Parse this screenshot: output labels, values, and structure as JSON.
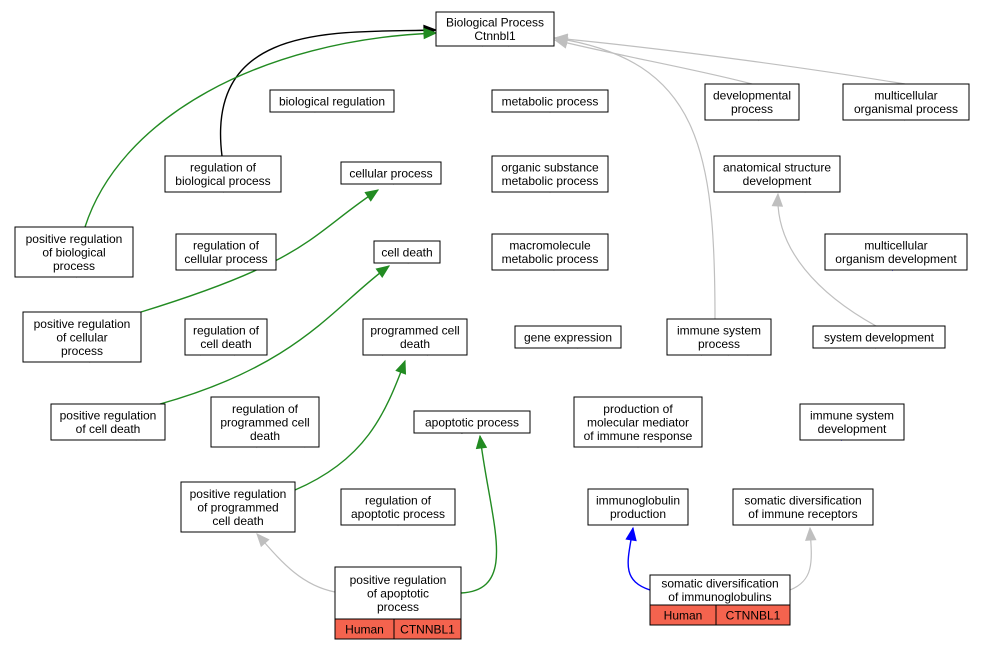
{
  "title": "",
  "colors": {
    "is_a": "#bfbfbf",
    "regulates": "#000000",
    "positively_regulates": "#228b22",
    "part_of": "#0000ff",
    "species_tag": "#f4634e"
  },
  "nodes": [
    {
      "id": "root",
      "lines": [
        "Biological Process",
        "Ctnnbl1"
      ]
    },
    {
      "id": "bioreg",
      "lines": [
        "biological regulation"
      ]
    },
    {
      "id": "metab",
      "lines": [
        "metabolic process"
      ]
    },
    {
      "id": "devproc",
      "lines": [
        "developmental",
        "process"
      ]
    },
    {
      "id": "multiproc",
      "lines": [
        "multicellular",
        "organismal process"
      ]
    },
    {
      "id": "regbio",
      "lines": [
        "regulation of",
        "biological process"
      ]
    },
    {
      "id": "cellproc",
      "lines": [
        "cellular process"
      ]
    },
    {
      "id": "orgsub",
      "lines": [
        "organic substance",
        "metabolic process"
      ]
    },
    {
      "id": "anat",
      "lines": [
        "anatomical structure",
        "development"
      ]
    },
    {
      "id": "posregbio",
      "lines": [
        "positive regulation",
        "of biological",
        "process"
      ]
    },
    {
      "id": "regcell",
      "lines": [
        "regulation of",
        "cellular process"
      ]
    },
    {
      "id": "celldeath",
      "lines": [
        "cell death"
      ]
    },
    {
      "id": "macro",
      "lines": [
        "macromolecule",
        "metabolic process"
      ]
    },
    {
      "id": "multidev",
      "lines": [
        "multicellular",
        "organism development"
      ]
    },
    {
      "id": "posregcell",
      "lines": [
        "positive regulation",
        "of cellular",
        "process"
      ]
    },
    {
      "id": "regcd",
      "lines": [
        "regulation of",
        "cell death"
      ]
    },
    {
      "id": "pcd",
      "lines": [
        "programmed cell",
        "death"
      ]
    },
    {
      "id": "geneexp",
      "lines": [
        "gene expression"
      ]
    },
    {
      "id": "immproc",
      "lines": [
        "immune system",
        "process"
      ]
    },
    {
      "id": "sysdev",
      "lines": [
        "system development"
      ]
    },
    {
      "id": "posregcd",
      "lines": [
        "positive regulation",
        "of cell death"
      ]
    },
    {
      "id": "regpcd",
      "lines": [
        "regulation of",
        "programmed cell",
        "death"
      ]
    },
    {
      "id": "apop",
      "lines": [
        "apoptotic process"
      ]
    },
    {
      "id": "prodmed",
      "lines": [
        "production of",
        "molecular mediator",
        "of immune response"
      ]
    },
    {
      "id": "immdev",
      "lines": [
        "immune system",
        "development"
      ]
    },
    {
      "id": "posregpcd",
      "lines": [
        "positive regulation",
        "of programmed",
        "cell death"
      ]
    },
    {
      "id": "regapop",
      "lines": [
        "regulation of",
        "apoptotic process"
      ]
    },
    {
      "id": "igprod",
      "lines": [
        "immunoglobulin",
        "production"
      ]
    },
    {
      "id": "somdivrec",
      "lines": [
        "somatic diversification",
        "of immune receptors"
      ]
    },
    {
      "id": "posregapop",
      "lines": [
        "positive regulation",
        "of apoptotic",
        "process"
      ],
      "tags": [
        "Human",
        "CTNNBL1"
      ]
    },
    {
      "id": "somdivig",
      "lines": [
        "somatic diversification",
        "of immunoglobulins"
      ],
      "tags": [
        "Human",
        "CTNNBL1"
      ]
    }
  ],
  "edges": [
    {
      "from": "bioreg",
      "to": "root",
      "type": "is_a"
    },
    {
      "from": "metab",
      "to": "root",
      "type": "is_a"
    },
    {
      "from": "devproc",
      "to": "root",
      "type": "is_a"
    },
    {
      "from": "multiproc",
      "to": "root",
      "type": "is_a"
    },
    {
      "from": "cellproc",
      "to": "root",
      "type": "is_a"
    },
    {
      "from": "immproc",
      "to": "root",
      "type": "is_a"
    },
    {
      "from": "regbio",
      "to": "root",
      "type": "regulates"
    },
    {
      "from": "posregbio",
      "to": "root",
      "type": "positively_regulates"
    },
    {
      "from": "regbio",
      "to": "bioreg",
      "type": "is_a"
    },
    {
      "from": "orgsub",
      "to": "metab",
      "type": "is_a"
    },
    {
      "from": "anat",
      "to": "devproc",
      "type": "is_a"
    },
    {
      "from": "multidev",
      "to": "multiproc",
      "type": "is_a"
    },
    {
      "from": "posregbio",
      "to": "regbio",
      "type": "is_a"
    },
    {
      "from": "regcell",
      "to": "regbio",
      "type": "is_a"
    },
    {
      "from": "celldeath",
      "to": "cellproc",
      "type": "is_a"
    },
    {
      "from": "regcell",
      "to": "cellproc",
      "type": "regulates"
    },
    {
      "from": "posregcell",
      "to": "cellproc",
      "type": "positively_regulates"
    },
    {
      "from": "macro",
      "to": "orgsub",
      "type": "is_a"
    },
    {
      "from": "multidev",
      "to": "anat",
      "type": "is_a"
    },
    {
      "from": "sysdev",
      "to": "anat",
      "type": "is_a"
    },
    {
      "from": "posregcell",
      "to": "posregbio",
      "type": "is_a"
    },
    {
      "from": "posregcell",
      "to": "regcell",
      "type": "is_a"
    },
    {
      "from": "regcd",
      "to": "regcell",
      "type": "is_a"
    },
    {
      "from": "regcd",
      "to": "celldeath",
      "type": "regulates"
    },
    {
      "from": "posregcd",
      "to": "celldeath",
      "type": "positively_regulates"
    },
    {
      "from": "pcd",
      "to": "celldeath",
      "type": "is_a"
    },
    {
      "from": "geneexp",
      "to": "macro",
      "type": "is_a"
    },
    {
      "from": "sysdev",
      "to": "multidev",
      "type": "part_of"
    },
    {
      "from": "posregcd",
      "to": "posregcell",
      "type": "is_a"
    },
    {
      "from": "posregcd",
      "to": "regcd",
      "type": "is_a"
    },
    {
      "from": "regpcd",
      "to": "regcd",
      "type": "is_a"
    },
    {
      "from": "regpcd",
      "to": "pcd",
      "type": "regulates"
    },
    {
      "from": "posregpcd",
      "to": "pcd",
      "type": "positively_regulates"
    },
    {
      "from": "apop",
      "to": "pcd",
      "type": "is_a"
    },
    {
      "from": "prodmed",
      "to": "geneexp",
      "type": "is_a"
    },
    {
      "from": "prodmed",
      "to": "immproc",
      "type": "is_a"
    },
    {
      "from": "immdev",
      "to": "immproc",
      "type": "is_a"
    },
    {
      "from": "somdivrec",
      "to": "immproc",
      "type": "is_a"
    },
    {
      "from": "immdev",
      "to": "sysdev",
      "type": "is_a"
    },
    {
      "from": "posregpcd",
      "to": "posregcd",
      "type": "is_a"
    },
    {
      "from": "posregpcd",
      "to": "regpcd",
      "type": "is_a"
    },
    {
      "from": "regapop",
      "to": "regpcd",
      "type": "is_a"
    },
    {
      "from": "regapop",
      "to": "apop",
      "type": "regulates"
    },
    {
      "from": "posregapop",
      "to": "apop",
      "type": "positively_regulates"
    },
    {
      "from": "igprod",
      "to": "prodmed",
      "type": "is_a"
    },
    {
      "from": "somdivrec",
      "to": "immdev",
      "type": "part_of"
    },
    {
      "from": "posregapop",
      "to": "posregpcd",
      "type": "is_a"
    },
    {
      "from": "posregapop",
      "to": "regapop",
      "type": "is_a"
    },
    {
      "from": "somdivig",
      "to": "igprod",
      "type": "part_of"
    },
    {
      "from": "somdivig",
      "to": "somdivrec",
      "type": "is_a"
    }
  ]
}
